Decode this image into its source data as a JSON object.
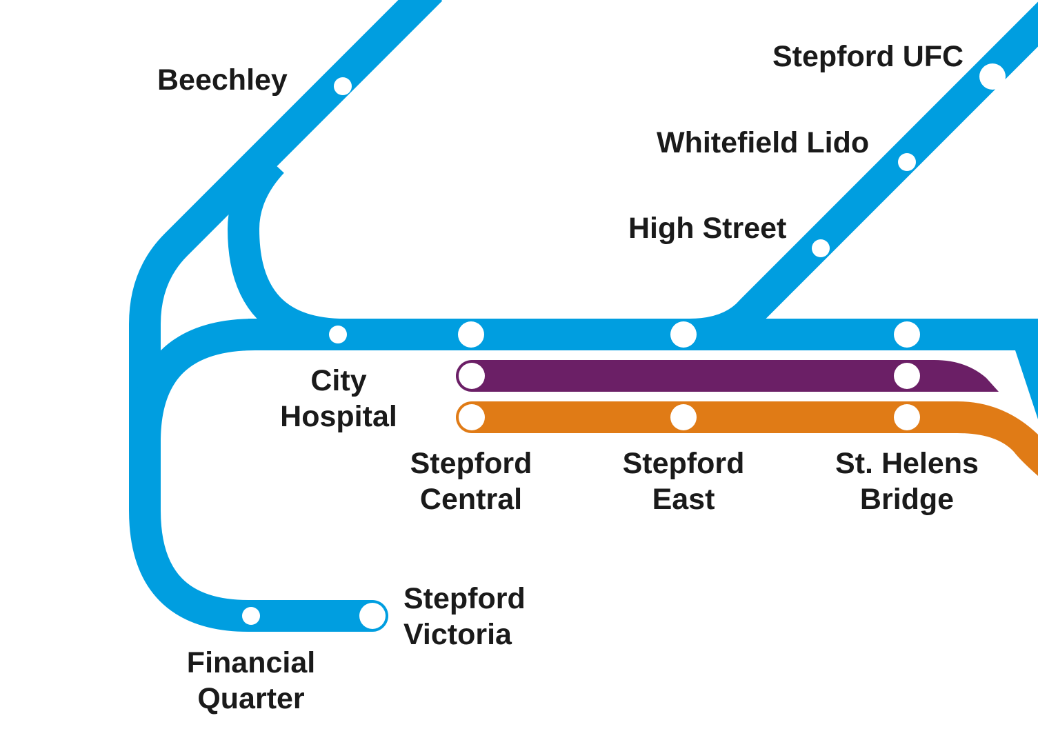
{
  "colors": {
    "blue_line": "#009ee0",
    "purple_line": "#6b1f66",
    "orange_line": "#e07b16",
    "station_fill": "#ffffff",
    "label_text": "#1a1a1a"
  },
  "lines": [
    {
      "name": "",
      "color": "#009ee0"
    },
    {
      "name": "",
      "color": "#6b1f66"
    },
    {
      "name": "",
      "color": "#e07b16"
    }
  ],
  "stations": {
    "beechley": {
      "label": "Beechley"
    },
    "stepford_ufc": {
      "label": "Stepford UFC"
    },
    "whitefield_lido": {
      "label": "Whitefield Lido"
    },
    "high_street": {
      "label": "High Street"
    },
    "city_hospital": {
      "label_line1": "City",
      "label_line2": "Hospital"
    },
    "stepford_central": {
      "label_line1": "Stepford",
      "label_line2": "Central"
    },
    "stepford_east": {
      "label_line1": "Stepford",
      "label_line2": "East"
    },
    "st_helens_bridge": {
      "label_line1": "St. Helens",
      "label_line2": "Bridge"
    },
    "stepford_victoria": {
      "label_line1": "Stepford",
      "label_line2": "Victoria"
    },
    "financial_quarter": {
      "label_line1": "Financial",
      "label_line2": "Quarter"
    }
  }
}
